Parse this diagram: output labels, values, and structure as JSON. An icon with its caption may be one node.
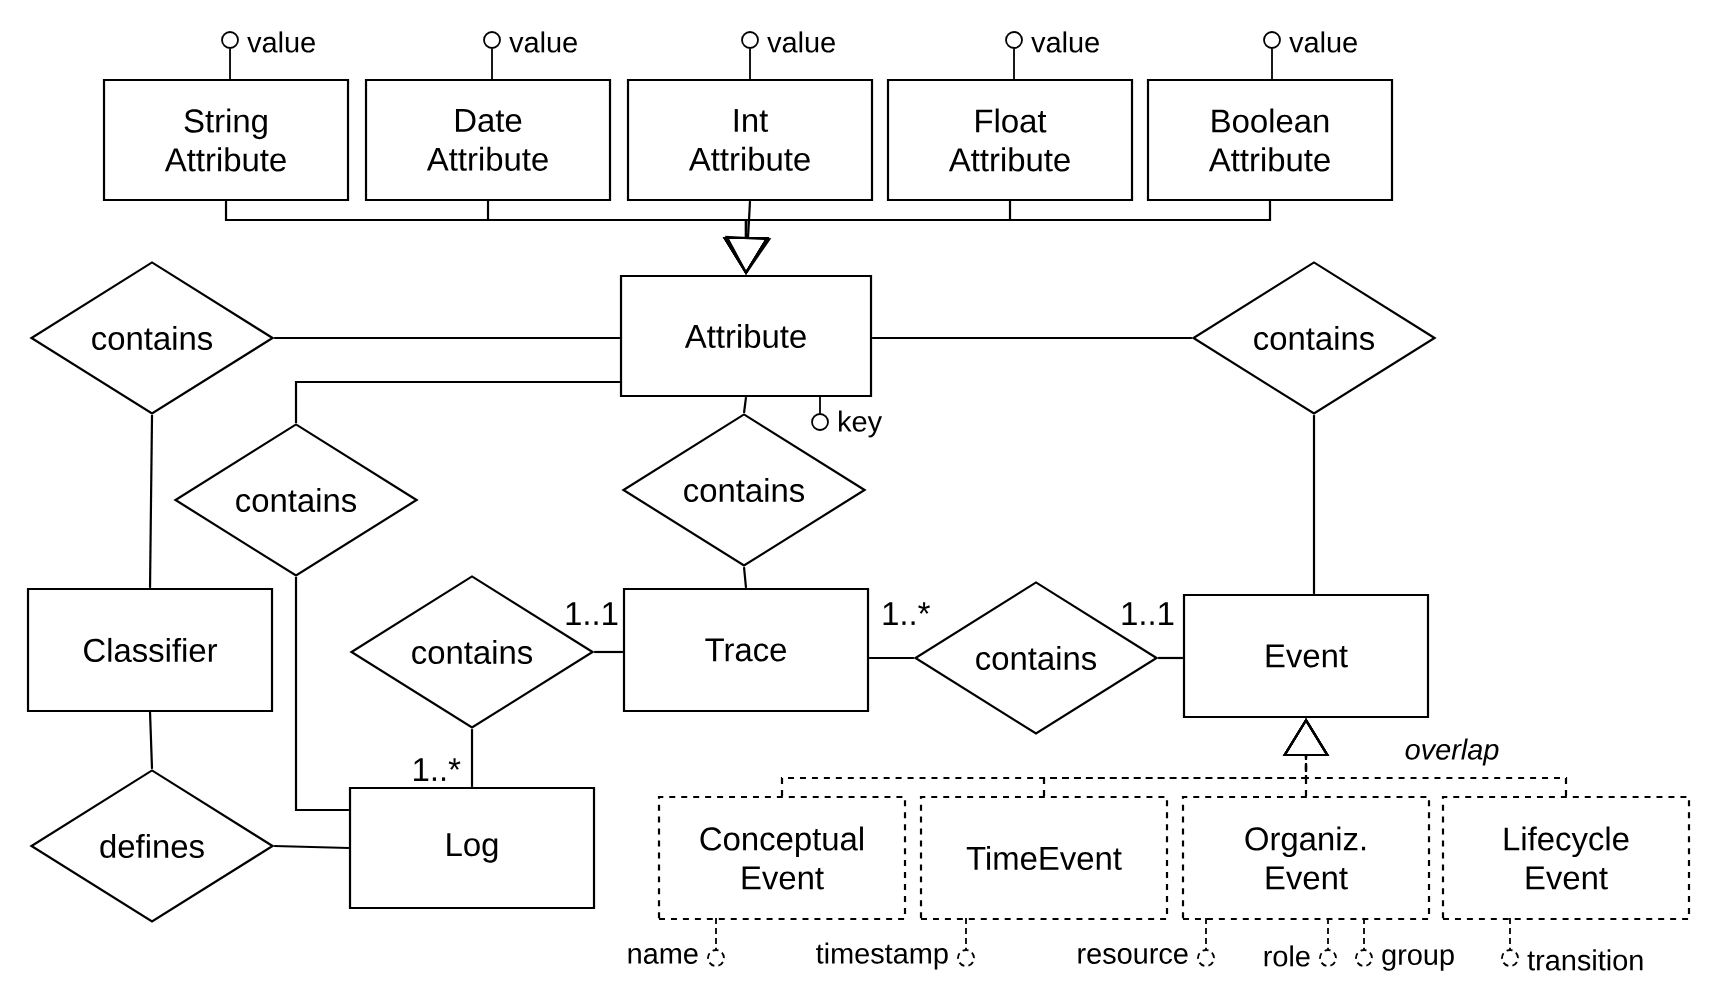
{
  "diagram": {
    "nodes": [
      {
        "text": [
          "String Attribute"
        ],
        "beside": [
          "value"
        ]
      },
      {
        "text": [
          "Date Attribute"
        ],
        "beside": [
          "value"
        ]
      },
      {
        "text": [
          "Int Attribute"
        ],
        "beside": [
          "value"
        ]
      },
      {
        "text": [
          "Float Attribute"
        ],
        "beside": [
          "value"
        ]
      },
      {
        "text": [
          "Boolean Attribute"
        ],
        "beside": [
          "value"
        ]
      },
      {
        "text": [
          "Attribute"
        ],
        "beside": [
          "key"
        ]
      },
      {
        "text": [
          "contains"
        ]
      },
      {
        "text": [
          "contains"
        ]
      },
      {
        "text": [
          "contains"
        ]
      },
      {
        "text": [
          "contains"
        ]
      },
      {
        "text": [
          "Classifier"
        ]
      },
      {
        "text": [
          "contains"
        ]
      },
      {
        "text": [
          "Trace"
        ]
      },
      {
        "text": [
          "contains"
        ]
      },
      {
        "text": [
          "Event"
        ]
      },
      {
        "text": [
          "defines"
        ]
      },
      {
        "text": [
          "Log"
        ]
      },
      {
        "text": [
          "Conceptual Event"
        ],
        "beside": [
          "name"
        ]
      },
      {
        "text": [
          "TimeEvent"
        ],
        "beside": [
          "timestamp"
        ]
      },
      {
        "text": [
          "Organiz. Event"
        ],
        "beside": [
          "resource",
          "role",
          "group"
        ]
      },
      {
        "text": [
          "Lifecycle Event"
        ],
        "beside": [
          "transition"
        ]
      }
    ],
    "edges": [
      {
        "from": 0,
        "to": 5,
        "arrow": "to"
      },
      {
        "from": 1,
        "to": 5,
        "arrow": "to"
      },
      {
        "from": 2,
        "to": 5,
        "arrow": "to"
      },
      {
        "from": 3,
        "to": 5,
        "arrow": "to"
      },
      {
        "from": 4,
        "to": 5,
        "arrow": "to"
      },
      {
        "from": 6,
        "to": 5,
        "arrow": "none"
      },
      {
        "from": 6,
        "to": 10,
        "arrow": "none"
      },
      {
        "from": 7,
        "to": 5,
        "arrow": "none"
      },
      {
        "from": 7,
        "to": 14,
        "arrow": "none"
      },
      {
        "from": 8,
        "to": 5,
        "arrow": "none"
      },
      {
        "from": 8,
        "to": 16,
        "arrow": "none"
      },
      {
        "from": 9,
        "to": 5,
        "arrow": "none"
      },
      {
        "from": 9,
        "to": 12,
        "arrow": "none"
      },
      {
        "from": 11,
        "to": 12,
        "arrow": "none",
        "label": "1..1"
      },
      {
        "from": 11,
        "to": 16,
        "arrow": "none",
        "label": "1..*"
      },
      {
        "from": 13,
        "to": 12,
        "arrow": "none",
        "label": "1..*"
      },
      {
        "from": 13,
        "to": 14,
        "arrow": "none",
        "label": "1..1"
      },
      {
        "from": 15,
        "to": 10,
        "arrow": "none"
      },
      {
        "from": 15,
        "to": 16,
        "arrow": "none"
      },
      {
        "from": 17,
        "to": 14,
        "arrow": "to",
        "style": "dashed"
      },
      {
        "from": 18,
        "to": 14,
        "arrow": "to",
        "style": "dashed"
      },
      {
        "from": 19,
        "to": 14,
        "arrow": "to",
        "style": "dashed"
      },
      {
        "from": 20,
        "to": 14,
        "arrow": "to",
        "style": "dashed"
      }
    ],
    "labels": [
      "overlap"
    ]
  }
}
